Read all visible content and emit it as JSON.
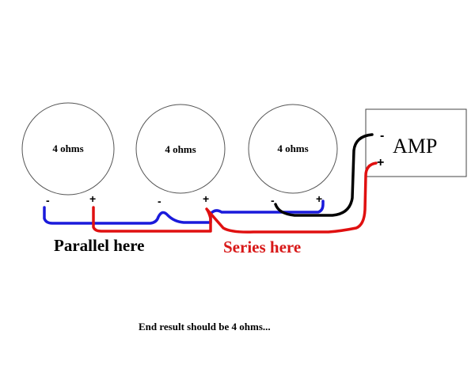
{
  "speakers": [
    {
      "label": "4 ohms",
      "neg": "-",
      "pos": "+"
    },
    {
      "label": "4 ohms",
      "neg": "-",
      "pos": "+"
    },
    {
      "label": "4 ohms",
      "neg": "-",
      "pos": "+"
    }
  ],
  "amp": {
    "label": "AMP",
    "neg": "-",
    "pos": "+"
  },
  "labels": {
    "parallel": "Parallel here",
    "series": "Series here",
    "footer": "End result should  be 4 ohms..."
  },
  "colors": {
    "blue_wire": "#1a1adb",
    "red_wire": "#e01010",
    "black_wire": "#000000",
    "series_text": "#d81818"
  }
}
